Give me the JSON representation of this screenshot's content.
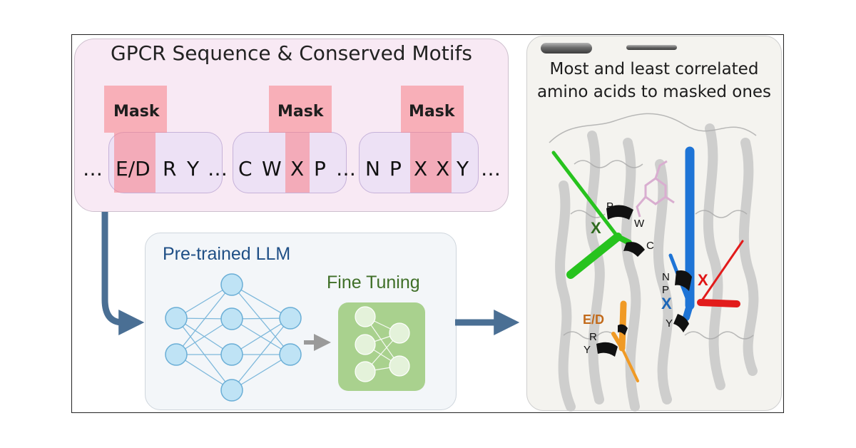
{
  "sequence_panel": {
    "title": "GPCR Sequence & Conserved Motifs",
    "mask_label": "Mask",
    "ellipsis": "…",
    "motifs": [
      {
        "residues": [
          "E/D",
          "R",
          "Y"
        ],
        "masked_index": 0
      },
      {
        "residues": [
          "C",
          "W",
          "X",
          "P"
        ],
        "masked_index": 2
      },
      {
        "residues": [
          "N",
          "P",
          "X",
          "X",
          "Y"
        ],
        "masked_index": 2
      }
    ]
  },
  "llm_panel": {
    "pretrained_label": "Pre-trained LLM",
    "fine_tuning_label": "Fine Tuning"
  },
  "structure_panel": {
    "caption_line1": "Most and least correlated",
    "caption_line2": "amino acids to masked ones",
    "labels": {
      "x_green": "X",
      "p_top": "P",
      "w": "W",
      "c": "C",
      "n": "N",
      "p_blue": "P",
      "x_blue": "X",
      "x_red": "X",
      "y_blue": "Y",
      "ed": "E/D",
      "r": "R",
      "y_orange": "Y"
    }
  },
  "colors": {
    "arrow": "#4a6f94",
    "mask": "#f78086",
    "node_fill": "#bfe3f5",
    "node_stroke": "#6aaed6",
    "green_label": "#2f6b1f",
    "blue_label": "#1b66b8",
    "red_label": "#e01515",
    "orange_label": "#c26a1b"
  }
}
